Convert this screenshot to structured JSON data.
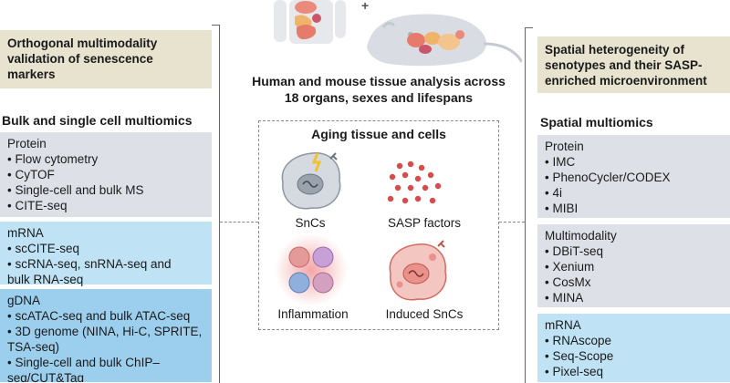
{
  "left": {
    "validation_title": "Orthogonal multimodality validation of senescence markers",
    "section_heading": "Bulk and single cell multiomics",
    "protein": {
      "title": "Protein",
      "items": [
        "Flow cytometry",
        "CyTOF",
        "Single-cell and bulk MS",
        "CITE-seq"
      ]
    },
    "mrna": {
      "title": "mRNA",
      "items": [
        "scCITE-seq",
        "scRNA-seq, snRNA-seq and bulk RNA-seq"
      ]
    },
    "gdna": {
      "title": "gDNA",
      "items": [
        "scATAC-seq and bulk ATAC-seq",
        "3D genome (NINA, Hi-C, SPRITE, TSA-seq)",
        "Single-cell and bulk ChIP–seq/CUT&Tag"
      ]
    }
  },
  "center": {
    "title": "Human and mouse tissue analysis across 18 organs, sexes and lifespans",
    "plus": "+",
    "box_title": "Aging tissue and cells",
    "cells": {
      "sncs": "SnCs",
      "sasp": "SASP factors",
      "inflammation": "Inflammation",
      "induced": "Induced SnCs"
    }
  },
  "right": {
    "spatial_title": "Spatial heterogeneity of senotypes and their SASP-enriched microenvironment",
    "section_heading": "Spatial multiomics",
    "protein": {
      "title": "Protein",
      "items": [
        "IMC",
        "PhenoCycler/CODEX",
        "4i",
        "MIBI"
      ]
    },
    "multimodality": {
      "title": "Multimodality",
      "items": [
        "DBiT-seq",
        "Xenium",
        "CosMx",
        "MINA"
      ]
    },
    "mrna": {
      "title": "mRNA",
      "items": [
        "RNAscope",
        "Seq-Scope",
        "Pixel-seq"
      ]
    }
  },
  "colors": {
    "beige": "#e7e3cf",
    "grey": "#dde1e7",
    "light_blue": "#bfe3f5",
    "mid_blue": "#9ccfee",
    "red_dots": "#d94b4b"
  }
}
